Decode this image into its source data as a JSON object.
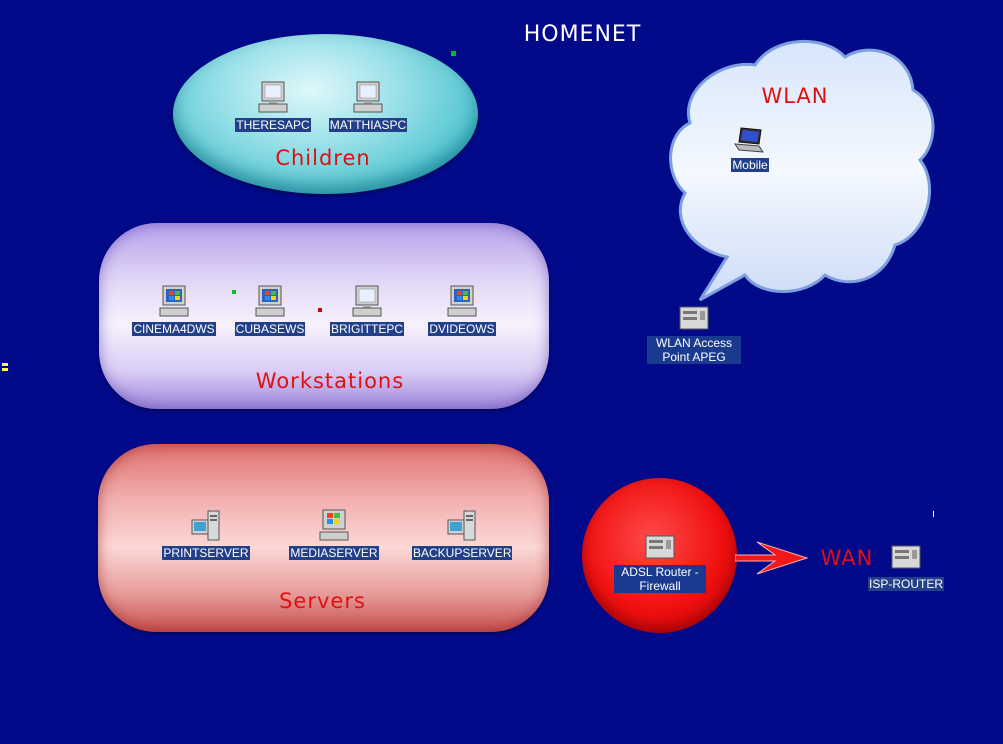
{
  "title": "HOMENET",
  "zones": {
    "children": "Children",
    "workstations": "Workstations",
    "servers": "Servers",
    "wlan": "WLAN",
    "wan": "WAN"
  },
  "nodes": {
    "theresapc": "THERESAPC",
    "matthiaspc": "MATTHIASPC",
    "cinema4dws": "CINEMA4DWS",
    "cubasews": "CUBASEWS",
    "brigittepc": "BRIGITTEPC",
    "dvideows": "DVIDEOWS",
    "printserver": "PRINTSERVER",
    "mediaserver": "MEDIASERVER",
    "backupserver": "BACKUPSERVER",
    "mobile": "Mobile",
    "wlan_ap": "WLAN Access Point APEG",
    "adsl_router": "ADSL Router - Firewall",
    "isp_router": "ISP-ROUTER"
  },
  "colors": {
    "background": "#020a8a",
    "zone_label": "#e01010",
    "status_green": "#00c020",
    "status_red": "#d00000",
    "status_yellow": "#ffff40"
  }
}
